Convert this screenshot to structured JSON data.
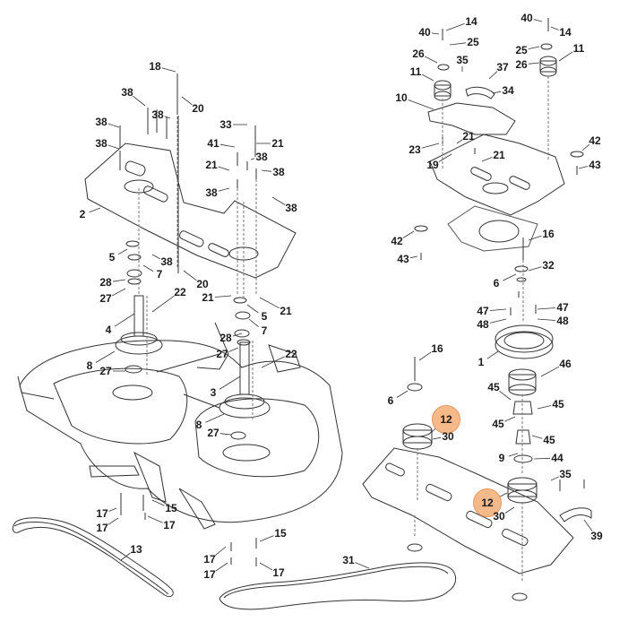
{
  "diagram": {
    "highlight_color": "#f6b98a",
    "highlight_stroke": "#e59660",
    "line_color": "#333333",
    "callouts": [
      {
        "id": "c18",
        "text": "18"
      },
      {
        "id": "c38a",
        "text": "38"
      },
      {
        "id": "c38b",
        "text": "38"
      },
      {
        "id": "c38c",
        "text": "38"
      },
      {
        "id": "c38d",
        "text": "38"
      },
      {
        "id": "c20a",
        "text": "20"
      },
      {
        "id": "c33",
        "text": "33"
      },
      {
        "id": "c41",
        "text": "41"
      },
      {
        "id": "c21a",
        "text": "21"
      },
      {
        "id": "c21b",
        "text": "21"
      },
      {
        "id": "c38e",
        "text": "38"
      },
      {
        "id": "c38f",
        "text": "38"
      },
      {
        "id": "c38g",
        "text": "38"
      },
      {
        "id": "c38h",
        "text": "38"
      },
      {
        "id": "c2",
        "text": "2"
      },
      {
        "id": "c5a",
        "text": "5"
      },
      {
        "id": "c38i",
        "text": "38"
      },
      {
        "id": "c7a",
        "text": "7"
      },
      {
        "id": "c28a",
        "text": "28"
      },
      {
        "id": "c27a",
        "text": "27"
      },
      {
        "id": "c20b",
        "text": "20"
      },
      {
        "id": "c22a",
        "text": "22"
      },
      {
        "id": "c21c",
        "text": "21"
      },
      {
        "id": "c5b",
        "text": "5"
      },
      {
        "id": "c21d",
        "text": "21"
      },
      {
        "id": "c7b",
        "text": "7"
      },
      {
        "id": "c4",
        "text": "4"
      },
      {
        "id": "c28b",
        "text": "28"
      },
      {
        "id": "c27b",
        "text": "27"
      },
      {
        "id": "c8a",
        "text": "8"
      },
      {
        "id": "c27c",
        "text": "27"
      },
      {
        "id": "c22b",
        "text": "22"
      },
      {
        "id": "c3",
        "text": "3"
      },
      {
        "id": "c8b",
        "text": "8"
      },
      {
        "id": "c27d",
        "text": "27"
      },
      {
        "id": "c17a",
        "text": "17"
      },
      {
        "id": "c17b",
        "text": "17"
      },
      {
        "id": "c15a",
        "text": "15"
      },
      {
        "id": "c17c",
        "text": "17"
      },
      {
        "id": "c13",
        "text": "13"
      },
      {
        "id": "c15b",
        "text": "15"
      },
      {
        "id": "c17d",
        "text": "17"
      },
      {
        "id": "c17e",
        "text": "17"
      },
      {
        "id": "c17f",
        "text": "17"
      },
      {
        "id": "c31",
        "text": "31"
      },
      {
        "id": "c40a",
        "text": "40"
      },
      {
        "id": "c14a",
        "text": "14"
      },
      {
        "id": "c25a",
        "text": "25"
      },
      {
        "id": "c26a",
        "text": "26"
      },
      {
        "id": "c35a",
        "text": "35"
      },
      {
        "id": "c11a",
        "text": "11"
      },
      {
        "id": "c37",
        "text": "37"
      },
      {
        "id": "c34",
        "text": "34"
      },
      {
        "id": "c10",
        "text": "10"
      },
      {
        "id": "c23",
        "text": "23"
      },
      {
        "id": "c21e",
        "text": "21"
      },
      {
        "id": "c19",
        "text": "19"
      },
      {
        "id": "c21f",
        "text": "21"
      },
      {
        "id": "c40b",
        "text": "40"
      },
      {
        "id": "c14b",
        "text": "14"
      },
      {
        "id": "c25b",
        "text": "25"
      },
      {
        "id": "c26b",
        "text": "26"
      },
      {
        "id": "c11b",
        "text": "11"
      },
      {
        "id": "c42a",
        "text": "42"
      },
      {
        "id": "c43a",
        "text": "43"
      },
      {
        "id": "c42b",
        "text": "42"
      },
      {
        "id": "c43b",
        "text": "43"
      },
      {
        "id": "c16a",
        "text": "16"
      },
      {
        "id": "c32",
        "text": "32"
      },
      {
        "id": "c6a",
        "text": "6"
      },
      {
        "id": "c47a",
        "text": "47"
      },
      {
        "id": "c47b",
        "text": "47"
      },
      {
        "id": "c48a",
        "text": "48"
      },
      {
        "id": "c48b",
        "text": "48"
      },
      {
        "id": "c1",
        "text": "1"
      },
      {
        "id": "c46",
        "text": "46"
      },
      {
        "id": "c16b",
        "text": "16"
      },
      {
        "id": "c6b",
        "text": "6"
      },
      {
        "id": "c45a",
        "text": "45"
      },
      {
        "id": "c45b",
        "text": "45"
      },
      {
        "id": "c45c",
        "text": "45"
      },
      {
        "id": "c45d",
        "text": "45"
      },
      {
        "id": "c12a",
        "text": "12"
      },
      {
        "id": "c30a",
        "text": "30"
      },
      {
        "id": "c9",
        "text": "9"
      },
      {
        "id": "c44",
        "text": "44"
      },
      {
        "id": "c35b",
        "text": "35"
      },
      {
        "id": "c12b",
        "text": "12"
      },
      {
        "id": "c30b",
        "text": "30"
      },
      {
        "id": "c39",
        "text": "39"
      }
    ]
  }
}
